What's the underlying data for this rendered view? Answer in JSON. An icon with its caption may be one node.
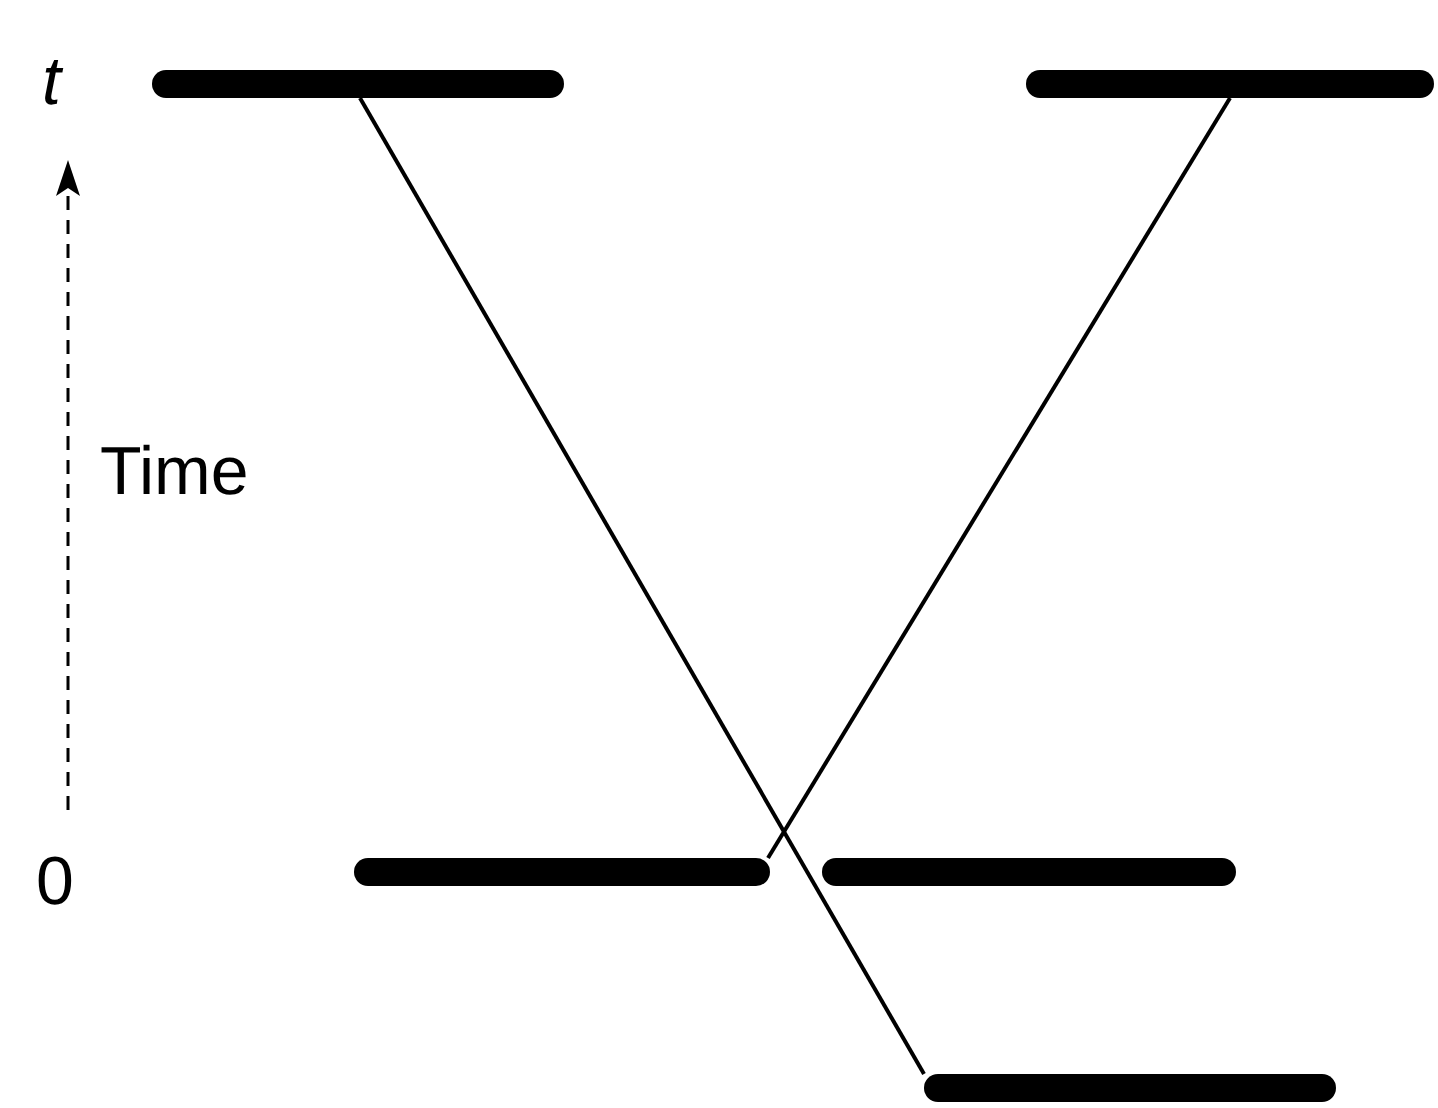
{
  "diagram": {
    "nodes": [
      {
        "text": [],
        "shape": "bar"
      },
      {
        "text": [],
        "shape": "bar"
      },
      {
        "text": [],
        "shape": "bar"
      },
      {
        "text": [],
        "shape": "bar"
      },
      {
        "text": [],
        "shape": "bar"
      }
    ],
    "edges": [
      {
        "from": 0,
        "to": 4,
        "arrow": "none"
      },
      {
        "from": 1,
        "to": 2,
        "arrow": "none"
      }
    ],
    "labels": [
      "t",
      "Time",
      "0"
    ]
  }
}
